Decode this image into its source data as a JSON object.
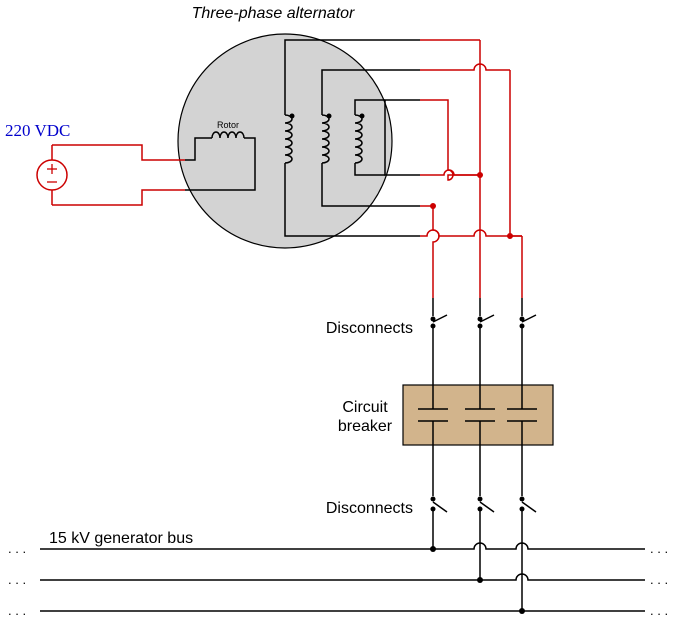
{
  "title": "Three-phase alternator",
  "rotor_label": "Rotor",
  "source_label": "220 VDC",
  "disconnects_top_label": "Disconnects",
  "breaker_label_line1": "Circuit",
  "breaker_label_line2": "breaker",
  "disconnects_bottom_label": "Disconnects",
  "bus_label": "15 kV generator bus",
  "ellipsis": ". . .",
  "colors": {
    "wire_black": "#000000",
    "wire_red": "#cc0000",
    "alternator_fill": "#d3d3d3",
    "breaker_fill": "#d2b48c",
    "source_text": "#0000cc"
  }
}
